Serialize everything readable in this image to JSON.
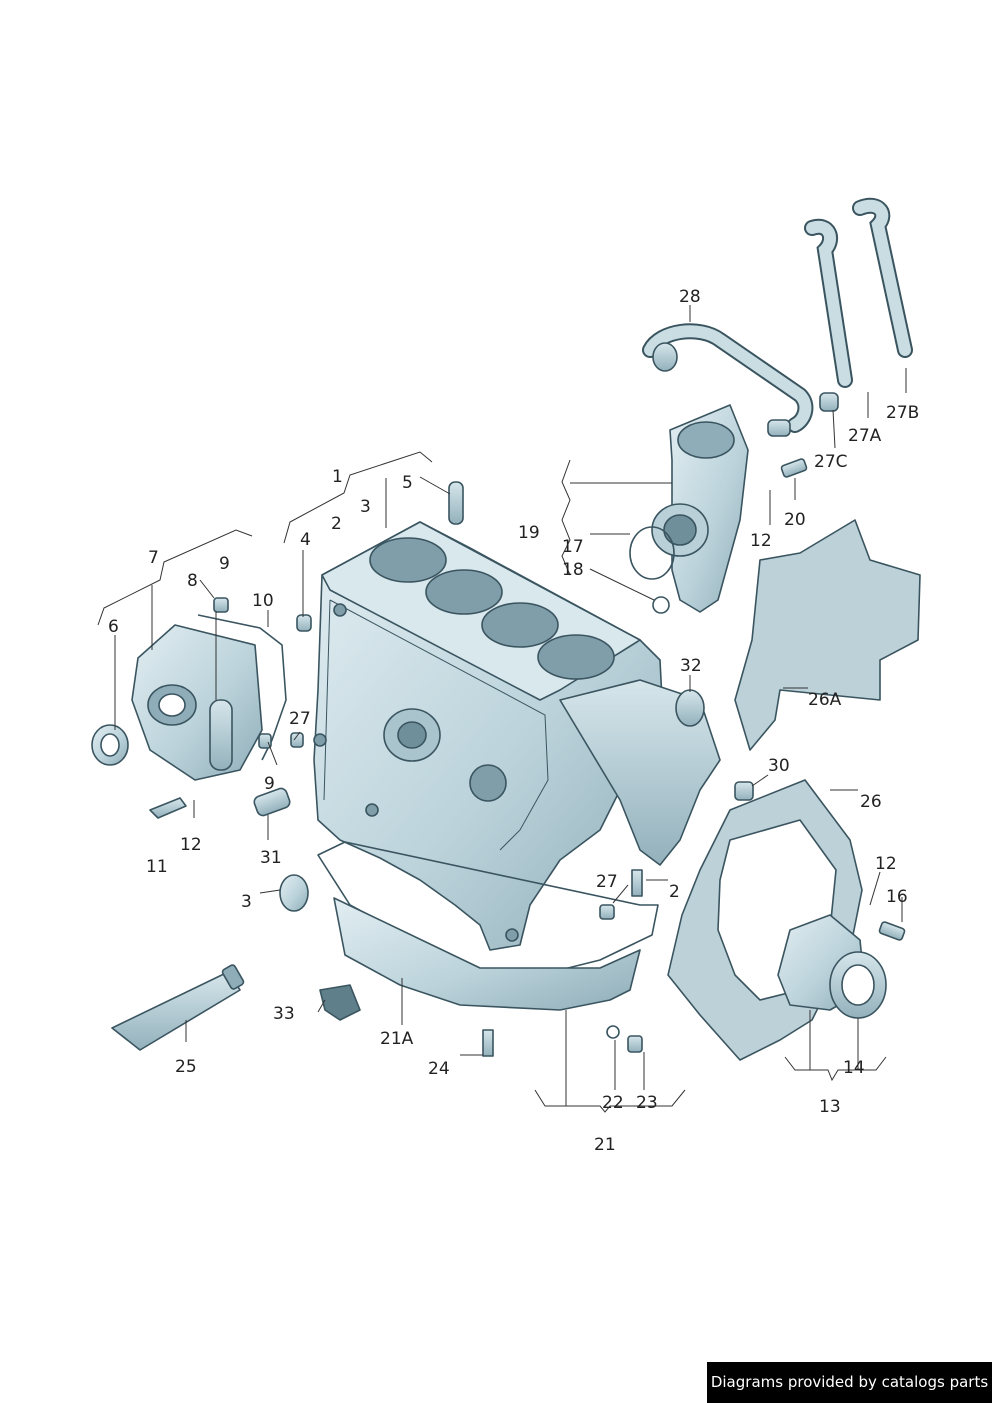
{
  "labels": {
    "l1": "1",
    "l2": "2",
    "l3": "3",
    "l4": "4",
    "l5": "5",
    "l6": "6",
    "l7": "7",
    "l8": "8",
    "l9a": "9",
    "l10": "10",
    "l9b": "9",
    "l11": "11",
    "l12a": "12",
    "l27a": "27",
    "l31": "31",
    "l3b": "3",
    "l33": "33",
    "l25": "25",
    "l21a": "21A",
    "l24": "24",
    "l22": "22",
    "l23": "23",
    "l21": "21",
    "l19": "19",
    "l17": "17",
    "l18": "18",
    "l12b": "12",
    "l20": "20",
    "l27c": "27C",
    "l27atxt": "27A",
    "l27b": "27B",
    "l28": "28",
    "l32": "32",
    "l26a": "26A",
    "l30": "30",
    "l26": "26",
    "l27b2": "27",
    "l2b": "2",
    "l12c": "12",
    "l16": "16",
    "l14": "14",
    "l13": "13"
  },
  "credit": "Diagrams provided by catalogs parts",
  "colors": {
    "part_fill": "#c9dde3",
    "part_shade": "#9fbac4",
    "outline": "#3a5560",
    "gasket": "#b6cdd5"
  }
}
